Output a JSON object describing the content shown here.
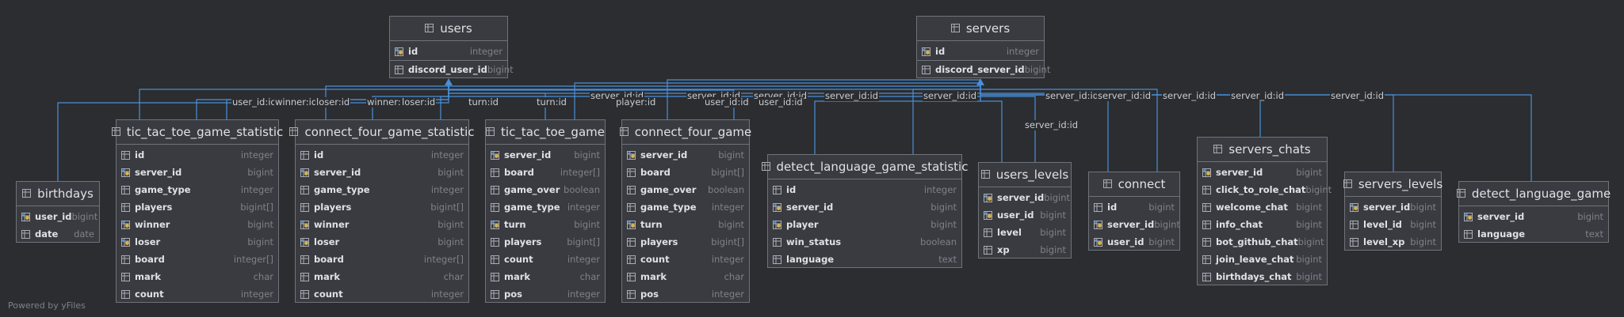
{
  "colors": {
    "background": "#2b2d30",
    "entity_fill": "#393b40",
    "entity_border": "#6f737a",
    "connector": "#4a8fd8",
    "key_icon": "#d9b44a"
  },
  "icons": {
    "table": "table-icon",
    "column": "column-icon",
    "primary_key": "key-icon"
  },
  "watermark": "Powered by yFiles",
  "entities": [
    {
      "id": "users",
      "title": "users",
      "pk": true,
      "columns": [
        {
          "name": "id",
          "type": "integer",
          "key": true
        },
        {
          "name": "discord_user_id",
          "type": "bigint"
        }
      ]
    },
    {
      "id": "servers",
      "title": "servers",
      "pk": true,
      "columns": [
        {
          "name": "id",
          "type": "integer",
          "key": true
        },
        {
          "name": "discord_server_id",
          "type": "bigint"
        }
      ]
    },
    {
      "id": "birthdays",
      "title": "birthdays",
      "columns": [
        {
          "name": "user_id",
          "type": "bigint",
          "key": true
        },
        {
          "name": "date",
          "type": "date"
        }
      ]
    },
    {
      "id": "ttt_stat",
      "title": "tic_tac_toe_game_statistic",
      "columns": [
        {
          "name": "id",
          "type": "integer"
        },
        {
          "name": "server_id",
          "type": "bigint",
          "key": true
        },
        {
          "name": "game_type",
          "type": "integer"
        },
        {
          "name": "players",
          "type": "bigint[]"
        },
        {
          "name": "winner",
          "type": "bigint",
          "key": true
        },
        {
          "name": "loser",
          "type": "bigint",
          "key": true
        },
        {
          "name": "board",
          "type": "integer[]"
        },
        {
          "name": "mark",
          "type": "char"
        },
        {
          "name": "count",
          "type": "integer"
        }
      ]
    },
    {
      "id": "c4_stat",
      "title": "connect_four_game_statistic",
      "columns": [
        {
          "name": "id",
          "type": "integer"
        },
        {
          "name": "server_id",
          "type": "bigint",
          "key": true
        },
        {
          "name": "game_type",
          "type": "integer"
        },
        {
          "name": "players",
          "type": "bigint[]"
        },
        {
          "name": "winner",
          "type": "bigint",
          "key": true
        },
        {
          "name": "loser",
          "type": "bigint",
          "key": true
        },
        {
          "name": "board",
          "type": "integer[]"
        },
        {
          "name": "mark",
          "type": "char"
        },
        {
          "name": "count",
          "type": "integer"
        }
      ]
    },
    {
      "id": "ttt_game",
      "title": "tic_tac_toe_game",
      "columns": [
        {
          "name": "server_id",
          "type": "bigint",
          "key": true
        },
        {
          "name": "board",
          "type": "integer[]"
        },
        {
          "name": "game_over",
          "type": "boolean"
        },
        {
          "name": "game_type",
          "type": "integer"
        },
        {
          "name": "turn",
          "type": "bigint",
          "key": true
        },
        {
          "name": "players",
          "type": "bigint[]"
        },
        {
          "name": "count",
          "type": "integer"
        },
        {
          "name": "mark",
          "type": "char"
        },
        {
          "name": "pos",
          "type": "integer"
        }
      ]
    },
    {
      "id": "c4_game",
      "title": "connect_four_game",
      "columns": [
        {
          "name": "server_id",
          "type": "bigint",
          "key": true
        },
        {
          "name": "board",
          "type": "bigint[]"
        },
        {
          "name": "game_over",
          "type": "boolean"
        },
        {
          "name": "game_type",
          "type": "integer"
        },
        {
          "name": "turn",
          "type": "bigint",
          "key": true
        },
        {
          "name": "players",
          "type": "bigint[]"
        },
        {
          "name": "count",
          "type": "integer"
        },
        {
          "name": "mark",
          "type": "char"
        },
        {
          "name": "pos",
          "type": "integer"
        }
      ]
    },
    {
      "id": "dl_stat",
      "title": "detect_language_game_statistic",
      "columns": [
        {
          "name": "id",
          "type": "integer"
        },
        {
          "name": "server_id",
          "type": "bigint",
          "key": true
        },
        {
          "name": "player",
          "type": "bigint",
          "key": true
        },
        {
          "name": "win_status",
          "type": "boolean"
        },
        {
          "name": "language",
          "type": "text"
        }
      ]
    },
    {
      "id": "users_levels",
      "title": "users_levels",
      "columns": [
        {
          "name": "server_id",
          "type": "bigint",
          "key": true
        },
        {
          "name": "user_id",
          "type": "bigint",
          "key": true
        },
        {
          "name": "level",
          "type": "bigint"
        },
        {
          "name": "xp",
          "type": "bigint"
        }
      ]
    },
    {
      "id": "connect",
      "title": "connect",
      "columns": [
        {
          "name": "id",
          "type": "bigint"
        },
        {
          "name": "server_id",
          "type": "bigint",
          "key": true
        },
        {
          "name": "user_id",
          "type": "bigint",
          "key": true
        }
      ]
    },
    {
      "id": "servers_chats",
      "title": "servers_chats",
      "columns": [
        {
          "name": "server_id",
          "type": "bigint",
          "key": true
        },
        {
          "name": "click_to_role_chat",
          "type": "bigint"
        },
        {
          "name": "welcome_chat",
          "type": "bigint"
        },
        {
          "name": "info_chat",
          "type": "bigint"
        },
        {
          "name": "bot_github_chat",
          "type": "bigint"
        },
        {
          "name": "join_leave_chat",
          "type": "bigint"
        },
        {
          "name": "birthdays_chat",
          "type": "bigint"
        }
      ]
    },
    {
      "id": "servers_levels",
      "title": "servers_levels",
      "columns": [
        {
          "name": "server_id",
          "type": "bigint",
          "key": true
        },
        {
          "name": "level_id",
          "type": "bigint"
        },
        {
          "name": "level_xp",
          "type": "bigint"
        }
      ]
    },
    {
      "id": "dl_game",
      "title": "detect_language_game",
      "columns": [
        {
          "name": "server_id",
          "type": "bigint",
          "key": true
        },
        {
          "name": "language",
          "type": "text"
        }
      ]
    }
  ],
  "relationship_labels": [
    "user_id:id",
    "winner:id",
    "loser:id",
    "winner:id",
    "loser:id",
    "turn:id",
    "turn:id",
    "server_id:id",
    "player:id",
    "server_id:id",
    "user_id:id",
    "server_id:id",
    "user_id:id",
    "server_id:id",
    "server_id:id",
    "server_id:id",
    "server_id:id",
    "server_id:id",
    "server_id:id",
    "server_id:id",
    "server_id:id"
  ]
}
